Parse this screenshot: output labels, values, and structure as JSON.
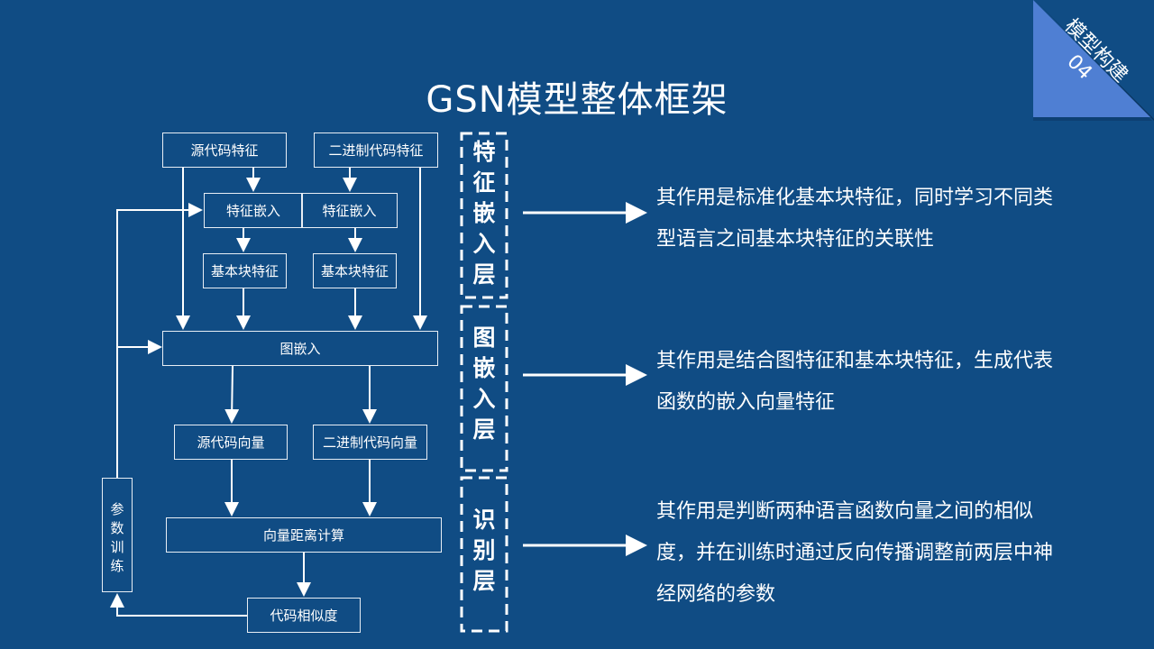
{
  "title": "GSN模型整体框架",
  "corner": {
    "text": "模型构建",
    "number": "04"
  },
  "diagram": {
    "source_feature": "源代码特征",
    "binary_feature": "二进制代码特征",
    "embed_left": "特征嵌入",
    "embed_right": "特征嵌入",
    "block_left": "基本块特征",
    "block_right": "基本块特征",
    "graph_embed": "图嵌入",
    "source_vector": "源代码向量",
    "binary_vector": "二进制代码向量",
    "distance": "向量距离计算",
    "similarity": "代码相似度",
    "param_training": "参数训练"
  },
  "layers": [
    {
      "label": "特征嵌入层",
      "description": "其作用是标准化基本块特征，同时学习不同类型语言之间基本块特征的关联性"
    },
    {
      "label": "图嵌入层",
      "description": "其作用是结合图特征和基本块特征，生成代表函数的嵌入向量特征"
    },
    {
      "label": "识别层",
      "description": "其作用是判断两种语言函数向量之间的相似度，并在训练时通过反向传播调整前两层中神经网络的参数"
    }
  ],
  "colors": {
    "background": "#104c84",
    "corner": "#4a78cc",
    "line": "#ffffff"
  }
}
